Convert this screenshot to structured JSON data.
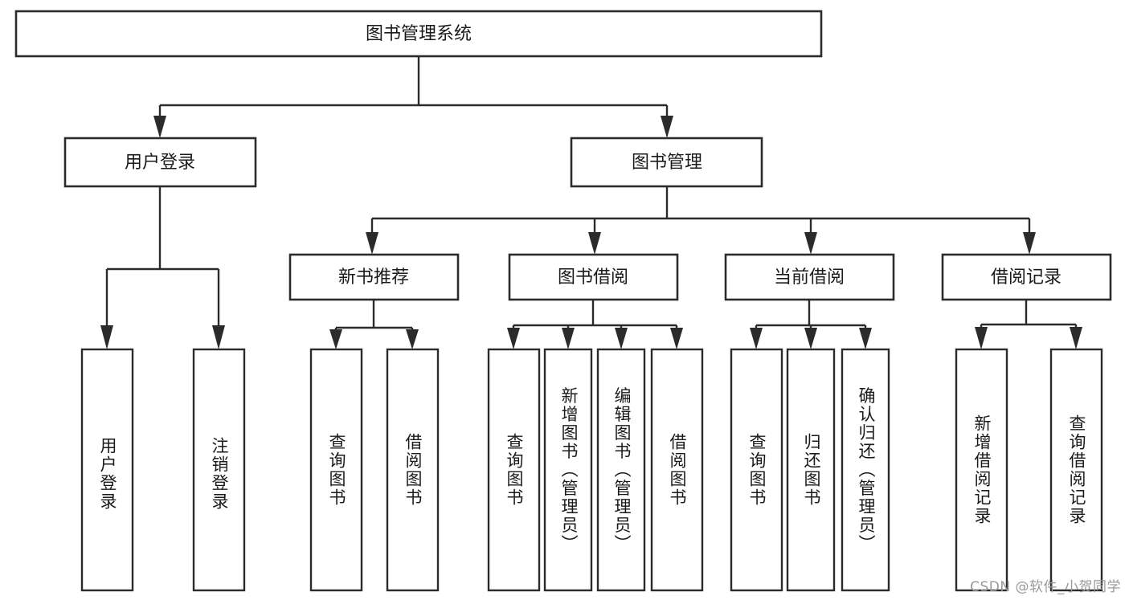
{
  "diagram": {
    "type": "tree-hierarchy-chart",
    "title_node": {
      "label": "图书管理系统"
    },
    "level2": [
      {
        "id": "user-login",
        "label": "用户登录"
      },
      {
        "id": "book-management",
        "label": "图书管理"
      }
    ],
    "level3": [
      {
        "id": "new-book-recommend",
        "label": "新书推荐",
        "parent": "book-management"
      },
      {
        "id": "book-borrow",
        "label": "图书借阅",
        "parent": "book-management"
      },
      {
        "id": "current-borrow",
        "label": "当前借阅",
        "parent": "book-management"
      },
      {
        "id": "borrow-record",
        "label": "借阅记录",
        "parent": "book-management"
      }
    ],
    "leaves": [
      {
        "id": "leaf-user-login",
        "label": "用户登录",
        "parent": "user-login"
      },
      {
        "id": "leaf-logout-login",
        "label": "注销登录",
        "parent": "user-login"
      },
      {
        "id": "leaf-query-book-1",
        "label": "查询图书",
        "parent": "new-book-recommend"
      },
      {
        "id": "leaf-borrow-book-1",
        "label": "借阅图书",
        "parent": "new-book-recommend"
      },
      {
        "id": "leaf-query-book-2",
        "label": "查询图书",
        "parent": "book-borrow"
      },
      {
        "id": "leaf-add-book",
        "label": "新增图书（管理员）",
        "parent": "book-borrow"
      },
      {
        "id": "leaf-edit-book",
        "label": "编辑图书（管理员）",
        "parent": "book-borrow"
      },
      {
        "id": "leaf-borrow-book-2",
        "label": "借阅图书",
        "parent": "book-borrow"
      },
      {
        "id": "leaf-query-book-3",
        "label": "查询图书",
        "parent": "current-borrow"
      },
      {
        "id": "leaf-return-book",
        "label": "归还图书",
        "parent": "current-borrow"
      },
      {
        "id": "leaf-confirm-return",
        "label": "确认归还（管理员）",
        "parent": "current-borrow"
      },
      {
        "id": "leaf-add-borrow-record",
        "label": "新增借阅记录",
        "parent": "borrow-record"
      },
      {
        "id": "leaf-query-borrow-record",
        "label": "查询借阅记录",
        "parent": "borrow-record"
      }
    ],
    "colors": {
      "box_stroke": "#2b2b2b",
      "box_fill": "#ffffff",
      "text": "#1a1a1a",
      "background": "#ffffff",
      "watermark": "#9a9a9a"
    }
  },
  "watermark": {
    "text": "CSDN @软件_小贺同学"
  }
}
